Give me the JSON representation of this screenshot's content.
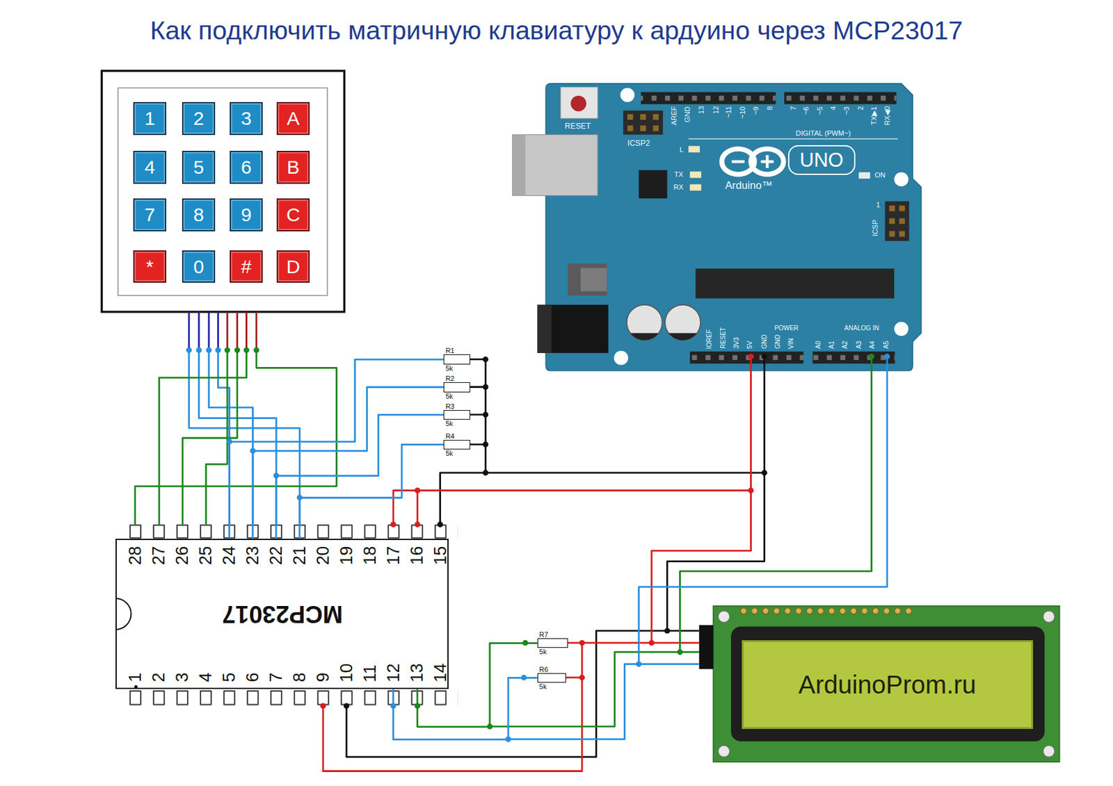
{
  "diagram": {
    "title": "Как подключить матричную клавиатуру к ардуино через MCP23017",
    "nodes": [
      {
        "text": [
          "1"
        ]
      },
      {
        "text": [
          "2"
        ]
      },
      {
        "text": [
          "3"
        ]
      },
      {
        "text": [
          "A"
        ]
      },
      {
        "text": [
          "4"
        ]
      },
      {
        "text": [
          "5"
        ]
      },
      {
        "text": [
          "6"
        ]
      },
      {
        "text": [
          "B"
        ]
      },
      {
        "text": [
          "7"
        ]
      },
      {
        "text": [
          "8"
        ]
      },
      {
        "text": [
          "9"
        ]
      },
      {
        "text": [
          "C"
        ]
      },
      {
        "text": [
          "*"
        ]
      },
      {
        "text": [
          "0"
        ]
      },
      {
        "text": [
          "#"
        ]
      },
      {
        "text": [
          "D"
        ]
      },
      {
        "text": [
          "UNO"
        ]
      },
      {
        "text": [
          "R1",
          "5k"
        ]
      },
      {
        "text": [
          "R2",
          "5k"
        ]
      },
      {
        "text": [
          "R3",
          "5k"
        ]
      },
      {
        "text": [
          "R4",
          "5k"
        ]
      },
      {
        "text": [
          "MCP23017"
        ]
      },
      {
        "text": [
          "R7",
          "5k"
        ]
      },
      {
        "text": [
          "R6",
          "5k"
        ]
      },
      {
        "text": [
          "ArduinoProm.ru"
        ]
      }
    ],
    "edges": [
      {
        "from": 17,
        "to": 21,
        "arrow": "none"
      },
      {
        "from": 18,
        "to": 21,
        "arrow": "none"
      },
      {
        "from": 19,
        "to": 21,
        "arrow": "none"
      },
      {
        "from": 20,
        "to": 21,
        "arrow": "none"
      },
      {
        "from": 22,
        "to": 21,
        "arrow": "none"
      },
      {
        "from": 23,
        "to": 21,
        "arrow": "none"
      }
    ],
    "labels": [
      "RESET",
      "ICSP2",
      "AREF",
      "GND",
      "13",
      "12",
      "~11",
      "~10",
      "~9",
      "8",
      "7",
      "~6",
      "~5",
      "4",
      "~3",
      "2",
      "TX▶1",
      "RX◀0",
      "DIGITAL (PWM~)",
      "L",
      "TX",
      "RX",
      "Arduino™",
      "ON",
      "1",
      "ICSP",
      "IOREF",
      "RESET",
      "3V3",
      "5V",
      "GND",
      "GND",
      "VIN",
      "POWER",
      "ANALOG IN",
      "A0",
      "A1",
      "A2",
      "A3",
      "A4",
      "A5",
      "28",
      "27",
      "26",
      "25",
      "24",
      "23",
      "22",
      "21",
      "20",
      "19",
      "18",
      "17",
      "16",
      "15",
      "1",
      "2",
      "3",
      "4",
      "5",
      "6",
      "7",
      "8",
      "9",
      "10",
      "11",
      "12",
      "13",
      "14"
    ]
  }
}
